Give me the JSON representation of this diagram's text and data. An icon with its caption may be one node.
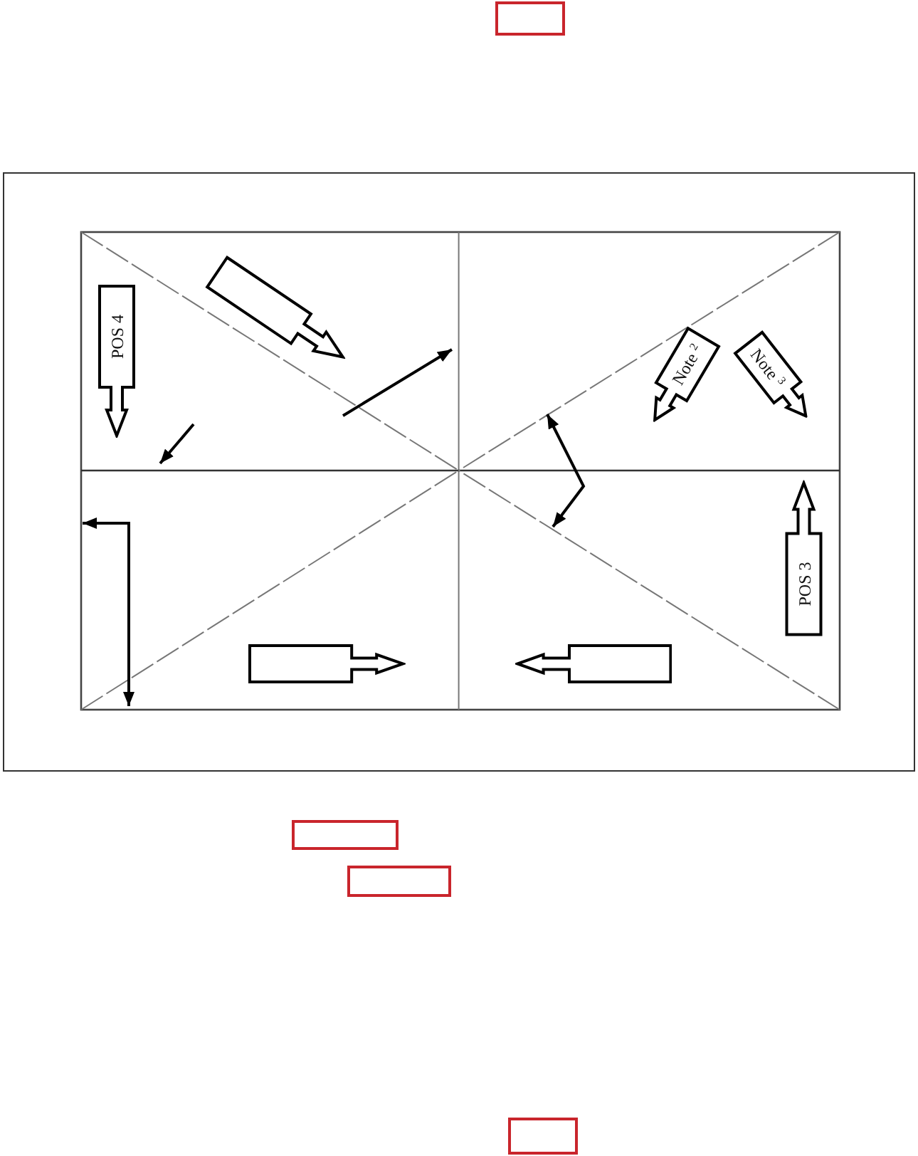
{
  "diagram": {
    "nodes": [
      {
        "text": [],
        "shape": "box"
      },
      {
        "text": [
          "POS 4"
        ]
      },
      {
        "text": [],
        "shape": "arrow"
      },
      {
        "text": [
          "Note $^{2}$"
        ]
      },
      {
        "text": [
          "Note $^{3}$"
        ]
      },
      {
        "text": [
          "POS 3"
        ]
      },
      {
        "text": [],
        "shape": "arrow"
      },
      {
        "text": [],
        "shape": "arrow"
      },
      {
        "text": [],
        "shape": "box"
      },
      {
        "text": [],
        "shape": "box"
      },
      {
        "text": [],
        "shape": "box"
      }
    ]
  }
}
